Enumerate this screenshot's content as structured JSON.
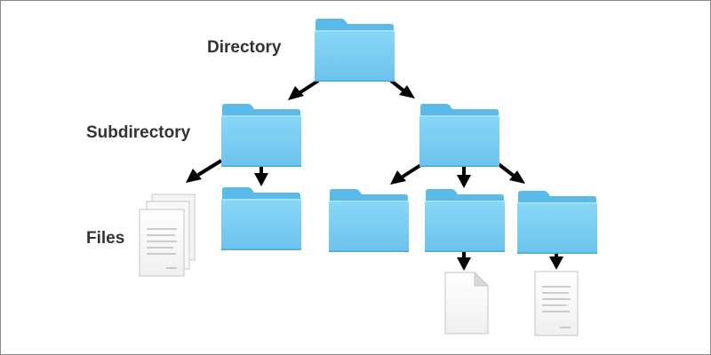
{
  "labels": {
    "directory": "Directory",
    "subdirectory": "Subdirectory",
    "files": "Files"
  },
  "colors": {
    "folder_back": "#5cbde9",
    "folder_front_top": "#84d4f7",
    "folder_front_bottom": "#6ec4ec",
    "arrow": "#000000",
    "paper": "#ffffff",
    "paper_shade": "#e6e6e6",
    "text_line": "#9a9a9a",
    "label_text": "#333333"
  },
  "icons": {
    "folder": "folder-icon",
    "document": "document-icon",
    "document_stack": "documents-stack-icon",
    "arrow": "arrow-down-icon"
  }
}
